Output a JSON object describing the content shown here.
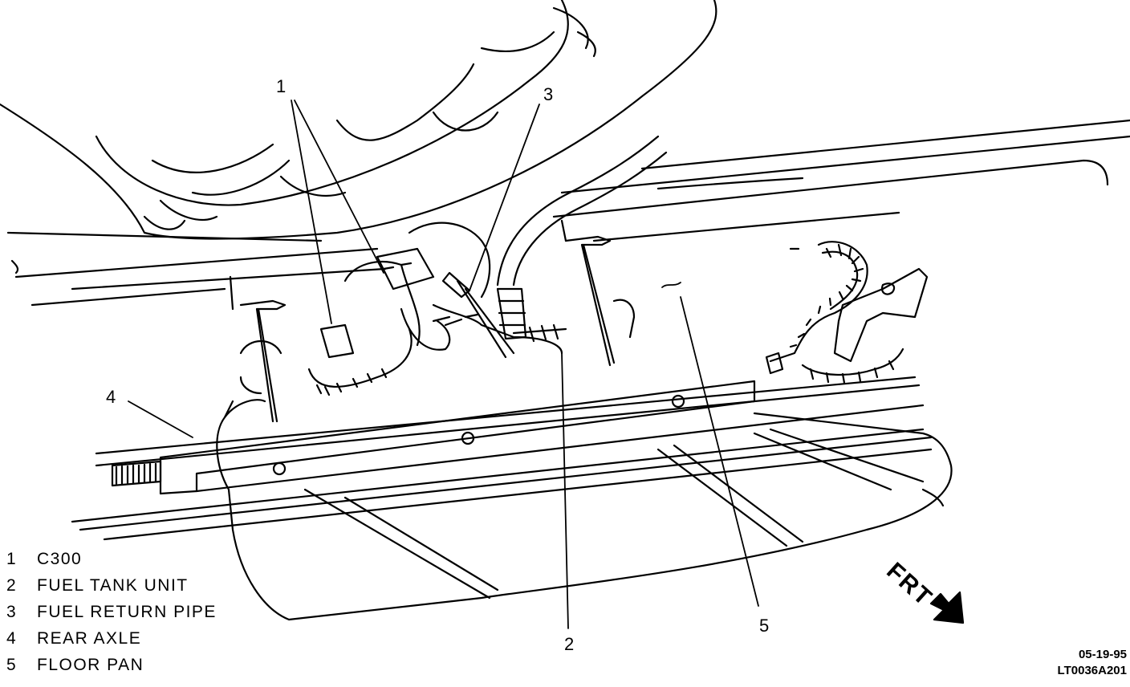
{
  "callouts": [
    "1",
    "2",
    "3",
    "4",
    "5"
  ],
  "legend": [
    {
      "num": "1",
      "label": "C300"
    },
    {
      "num": "2",
      "label": "FUEL TANK UNIT"
    },
    {
      "num": "3",
      "label": "FUEL RETURN PIPE"
    },
    {
      "num": "4",
      "label": "REAR AXLE"
    },
    {
      "num": "5",
      "label": "FLOOR PAN"
    }
  ],
  "direction_label": "FRT",
  "date": "05-19-95",
  "figure_id": "LT0036A201"
}
